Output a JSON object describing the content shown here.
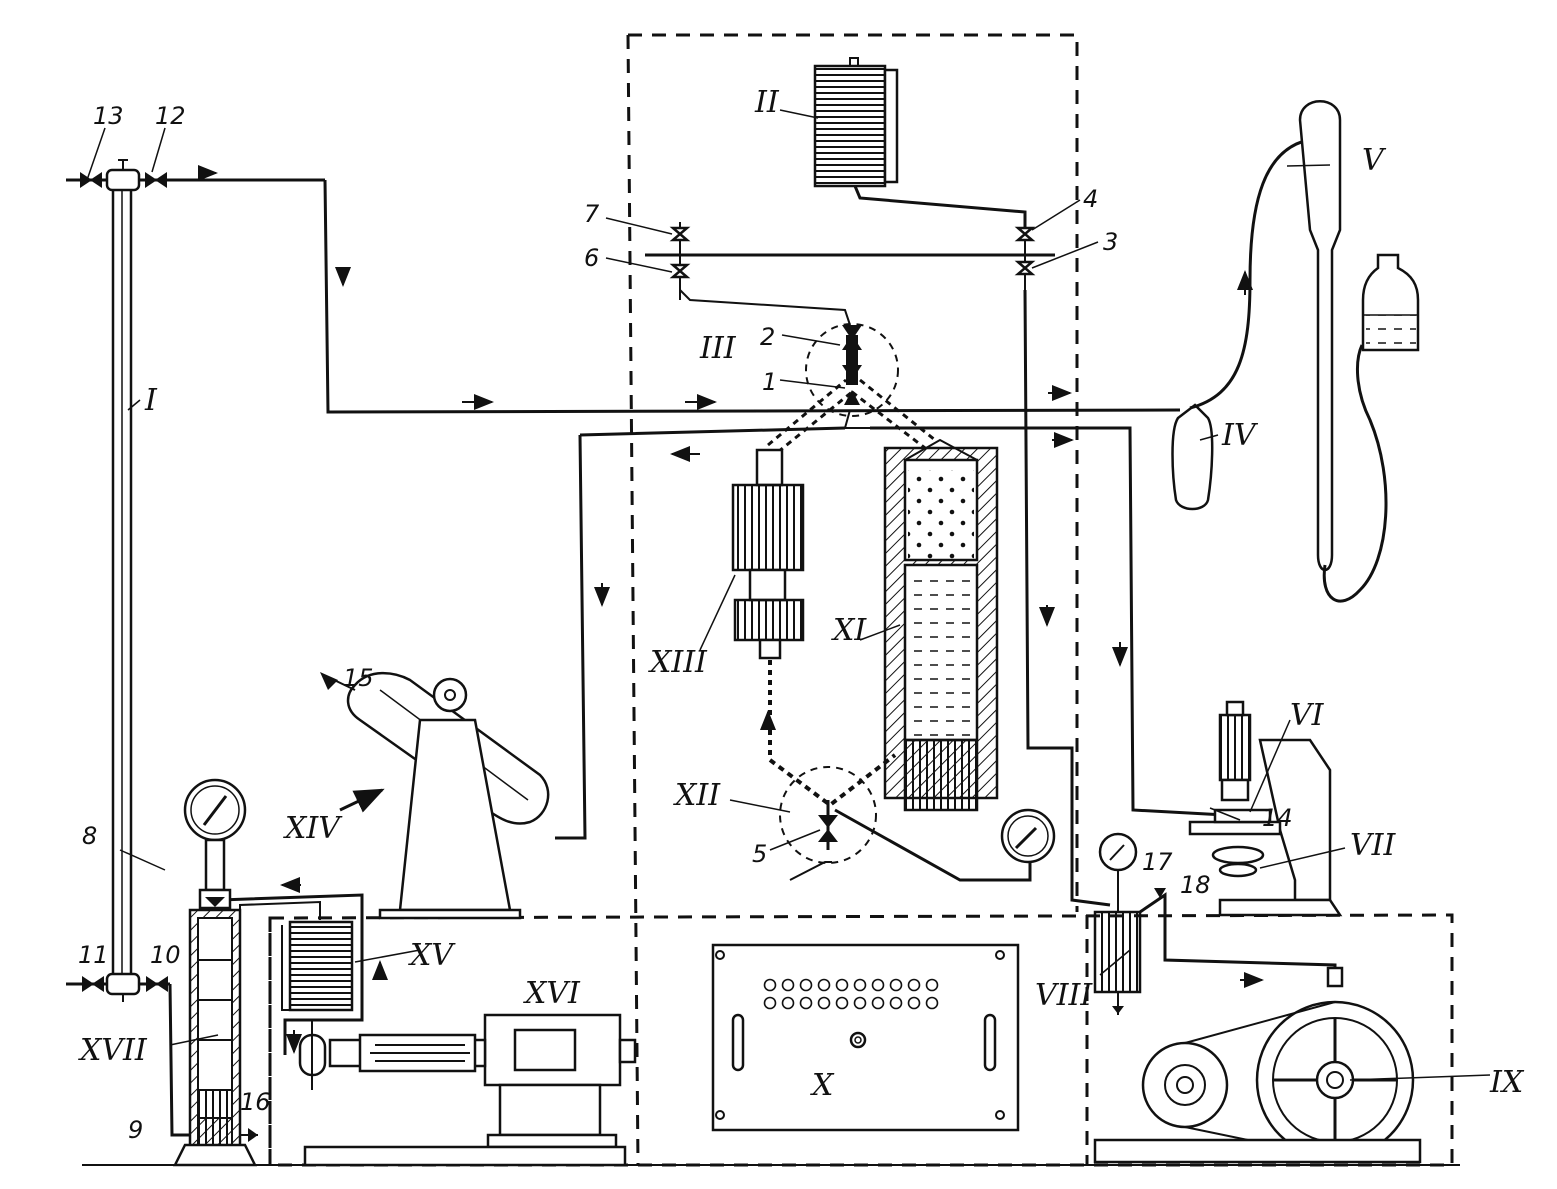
{
  "roman_labels": {
    "I": "I",
    "II": "II",
    "III": "III",
    "IV": "IV",
    "V": "V",
    "VI": "VI",
    "VII": "VII",
    "VIII": "VIII",
    "IX": "IX",
    "X": "X",
    "XI": "XI",
    "XII": "XII",
    "XIII": "XIII",
    "XIV": "XIV",
    "XV": "XV",
    "XVI": "XVI",
    "XVII": "XVII"
  },
  "number_labels": {
    "n1": "1",
    "n2": "2",
    "n3": "3",
    "n4": "4",
    "n5": "5",
    "n6": "6",
    "n7": "7",
    "n8": "8",
    "n9": "9",
    "n10": "10",
    "n11": "11",
    "n12": "12",
    "n13": "13",
    "n14": "14",
    "n15": "15",
    "n16": "16",
    "n17": "17",
    "n18": "18"
  }
}
